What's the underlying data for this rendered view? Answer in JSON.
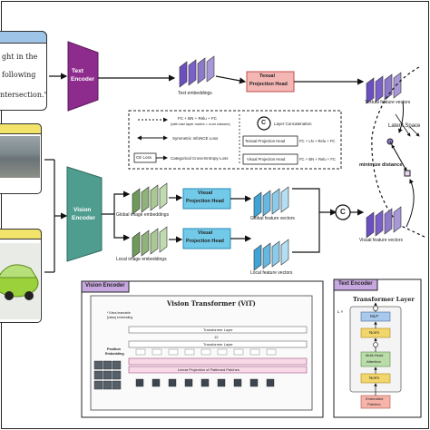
{
  "text_prompt": {
    "line1": "ght in the",
    "line2": "following",
    "line3": "ntersection.\""
  },
  "text_encoder": {
    "label_line1": "Text",
    "label_line2": "Encoder"
  },
  "vision_encoder": {
    "label_line1": "Vision",
    "label_line2": "Encoder"
  },
  "text_embeddings_label": "Text embeddings",
  "textual_projection_head": {
    "line1": "Texual",
    "line2": "Projection Head"
  },
  "textual_feature_vectors_label": "Textual feature vectors",
  "latent_space_label": "Latent Space",
  "minimize_distance_label": "minimize distance",
  "global_embeddings_label": "Global image embeddings",
  "local_embeddings_label": "Local image embeddings",
  "visual_projection_head": {
    "line1": "Visual",
    "line2": "Projection Head"
  },
  "global_feature_vectors_label": "Global feature vectors",
  "local_feature_vectors_label": "Local feature vectors",
  "visual_feature_vectors_label": "Visual feature vectors",
  "concat_symbol": "C",
  "legend": {
    "fc_line1": "FC + BN + Relu + FC",
    "fc_line2": "(with last layer nodes = num classes)",
    "symmetric_loss": "Symmetric InfoNCE Loss",
    "ce_loss_box": "CE Loss",
    "ce_loss": "Categorical Cross-Entropy Loss",
    "layer_concat": "Layer Concatenation",
    "textual_head_box": "Textual Projection Head",
    "textual_head_def": "FC + LN + Relu + FC",
    "visual_head_box": "Visual Projection Head",
    "visual_head_def": "FC + BN + Relu + FC"
  },
  "vit_panel": {
    "tab": "Vision Encoder",
    "title": "Vision Transformer (ViT)",
    "extra_token_line1": "* Extra learnable",
    "extra_token_line2": "[class] embedding",
    "transformer_layer_1": "Transformer Layer",
    "layer_count": "12",
    "transformer_layer_2": "Transformer Layer",
    "position_embedding_line1": "Position",
    "position_embedding_line2": "Embedding",
    "linear_projection": "Linear Projection of Flattened Patches"
  },
  "text_encoder_panel": {
    "tab": "Text Encoder",
    "title": "Transformer Layer",
    "lx": "L ×",
    "mlp": "MLP",
    "norm_top": "Norm",
    "mha_line1": "Multi-Head",
    "mha_line2": "Attention",
    "norm_bottom": "Norm",
    "embedded_line1": "Embedded",
    "embedded_line2": "Patches"
  },
  "colors": {
    "text_encoder": "#8e2c8e",
    "vision_encoder": "#4e9d8f",
    "text_embed": "#7b5fc8",
    "textual_head": "#f3b6b3",
    "feature_text": "#8e78c9",
    "global_embed": "#8fb37a",
    "visual_head": "#72c9e8",
    "global_feature": "#66b8e0",
    "vit_tab": "#c7a7e0",
    "text_tab": "#c7a7e0",
    "prompt_tab": "#9ec5e8",
    "image_tab": "#f2e46b",
    "mlp": "#a8c8ec",
    "norm": "#f2d56b",
    "mha": "#b9dca8",
    "embedded": "#f6b3a8"
  }
}
